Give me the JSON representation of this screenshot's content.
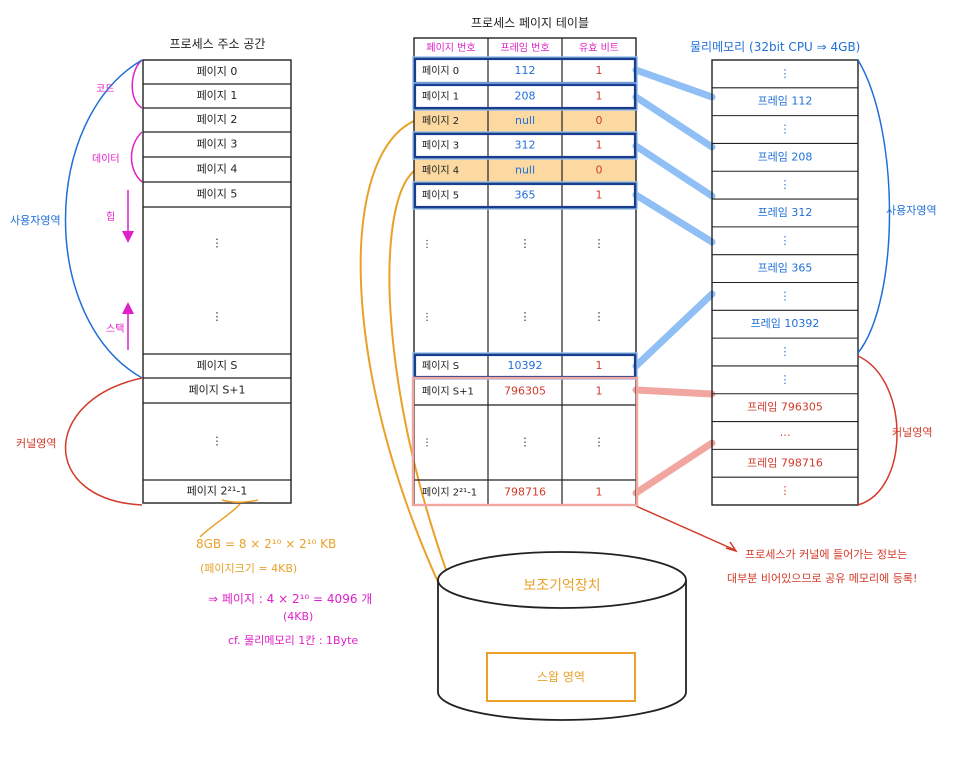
{
  "colors": {
    "black": "#222222",
    "magenta": "#e020c8",
    "blue": "#1f6fd8",
    "red": "#d23a2a",
    "orange": "#e9a12a",
    "orange_fill": "#fbd9a0",
    "light_blue": "#8fbff5",
    "light_red": "#f2a6a0",
    "dark_blue_box": "#1a3d8f"
  },
  "virtual": {
    "title": "프로세스 주소 공간",
    "rows": [
      "페이지 0",
      "페이지 1",
      "페이지 2",
      "페이지 3",
      "페이지 4",
      "페이지 5",
      "⋮",
      "⋮",
      "페이지 S",
      "페이지 S+1",
      "⋮",
      "페이지 2²¹-1"
    ],
    "labels": {
      "code": "코드",
      "data": "데이터",
      "heap": "힙",
      "stack": "스택",
      "user": "사용자영역",
      "kernel": "커널영역"
    }
  },
  "calc": {
    "line1": "8GB = 8 × 2¹⁰ × 2¹⁰ KB",
    "line2": "(페이지크기 = 4KB)",
    "line3": "⇒ 페이지 : 4 × 2¹⁰ = 4096 개",
    "line3b": "(4KB)",
    "line4": "cf. 물리메모리 1칸 : 1Byte"
  },
  "table": {
    "title": "프로세스 페이지 테이블",
    "headers": [
      "페이지 번호",
      "프레임 번호",
      "유효 비트"
    ],
    "rows": [
      {
        "page": "페이지 0",
        "frame": "112",
        "valid": "1"
      },
      {
        "page": "페이지 1",
        "frame": "208",
        "valid": "1"
      },
      {
        "page": "페이지 2",
        "frame": "null",
        "valid": "0"
      },
      {
        "page": "페이지 3",
        "frame": "312",
        "valid": "1"
      },
      {
        "page": "페이지 4",
        "frame": "null",
        "valid": "0"
      },
      {
        "page": "페이지 5",
        "frame": "365",
        "valid": "1"
      },
      {
        "page": "⋮",
        "frame": "⋮",
        "valid": "⋮"
      },
      {
        "page": "⋮",
        "frame": "⋮",
        "valid": "⋮"
      },
      {
        "page": "페이지 S",
        "frame": "10392",
        "valid": "1"
      },
      {
        "page": "페이지 S+1",
        "frame": "796305",
        "valid": "1"
      },
      {
        "page": "⋮",
        "frame": "⋮",
        "valid": "⋮"
      },
      {
        "page": "페이지 2²¹-1",
        "frame": "798716",
        "valid": "1"
      }
    ]
  },
  "physical": {
    "title": "물리메모리 (32bit CPU ⇒ 4GB)",
    "rows": [
      "⋮",
      "프레임 112",
      "⋮",
      "프레임 208",
      "⋮",
      "프레임 312",
      "⋮",
      "프레임 365",
      "⋮",
      "프레임 10392",
      "⋮",
      "⋮",
      "프레임 796305",
      "⋯",
      "프레임 798716",
      "⋮"
    ],
    "user": "사용자영역",
    "kernel": "커널영역"
  },
  "note": {
    "line1": "프로세스가 커널에 들어가는 정보는",
    "line2": "대부분 비어있으므로 공유 메모리에 등록!"
  },
  "disk": {
    "title": "보조기억장치",
    "swap": "스왑 영역"
  }
}
